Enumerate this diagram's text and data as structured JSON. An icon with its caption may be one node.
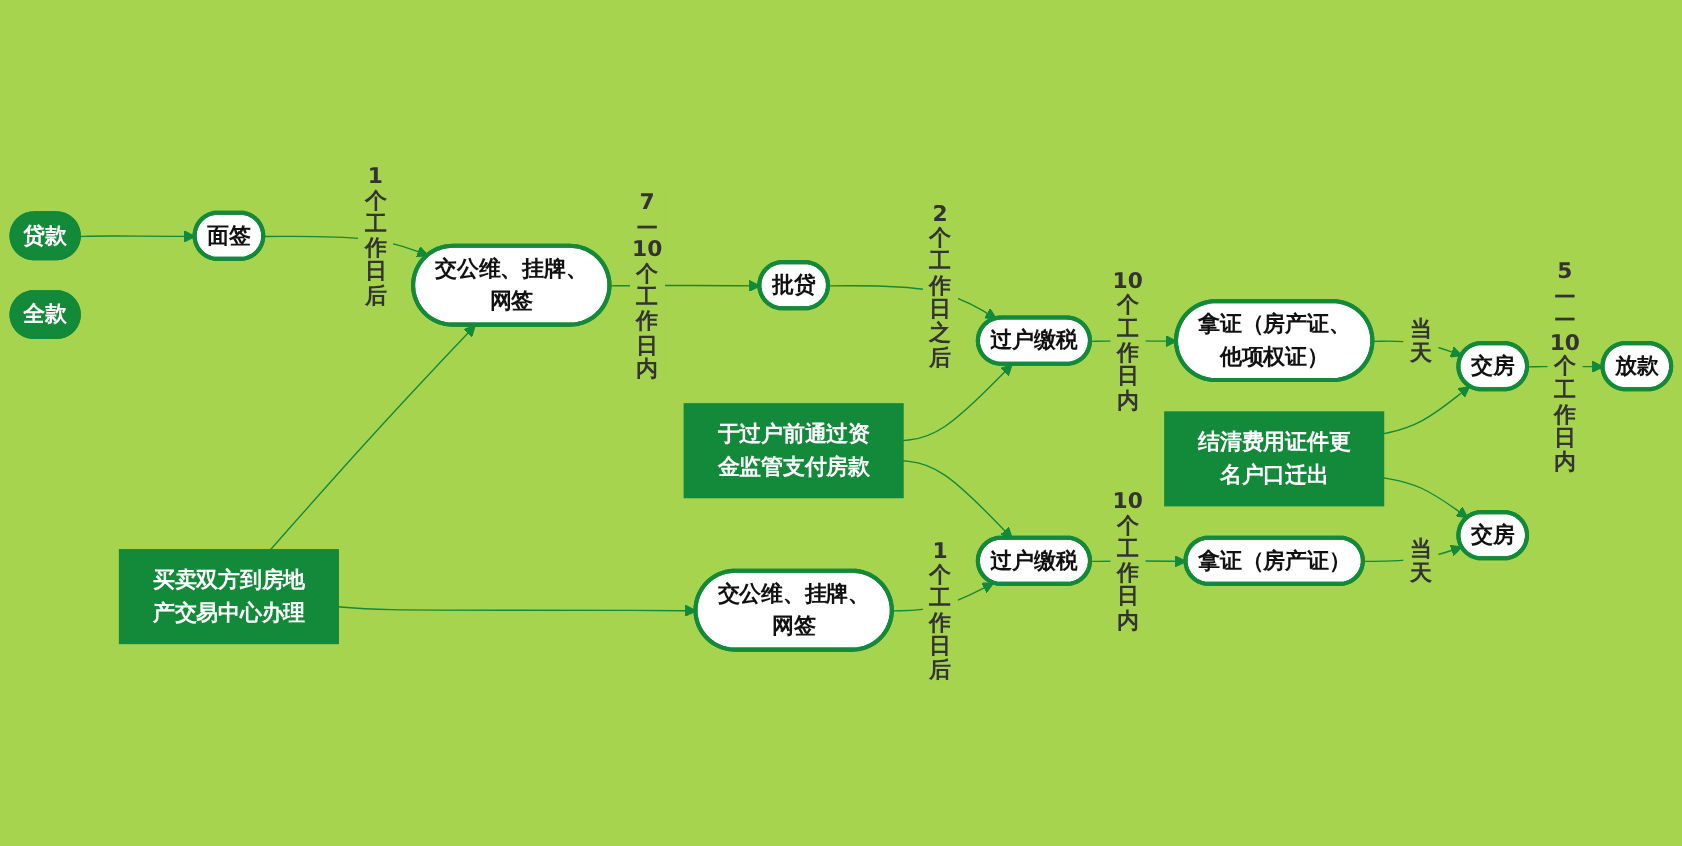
{
  "diagram": {
    "nodes": [
      {
        "text": [
          "贷款"
        ]
      },
      {
        "text": [
          "面签"
        ]
      },
      {
        "text": [
          "交公维、挂牌、网签"
        ]
      },
      {
        "text": [
          "批贷"
        ]
      },
      {
        "text": [
          "过户缴税"
        ]
      },
      {
        "text": [
          "拿证（房产证、他项权证）"
        ]
      },
      {
        "text": [
          "交房"
        ]
      },
      {
        "text": [
          "放款"
        ]
      },
      {
        "text": [
          "买卖双方到房地产交易中心办理"
        ]
      },
      {
        "text": [
          "于过户前通过资金监管支付房款"
        ]
      },
      {
        "text": [
          "结清费用证件更名户口迁出"
        ]
      },
      {
        "text": [
          "全款"
        ]
      },
      {
        "text": [
          "交公维、挂牌、网签"
        ]
      },
      {
        "text": [
          "过户缴税"
        ]
      },
      {
        "text": [
          "拿证（房产证）"
        ]
      },
      {
        "text": [
          "交房"
        ]
      }
    ],
    "edges": [
      {
        "from": 0,
        "to": 1,
        "arrow": "to"
      },
      {
        "from": 1,
        "to": 2,
        "arrow": "to",
        "label": "1个工作日后"
      },
      {
        "from": 2,
        "to": 3,
        "arrow": "to",
        "label": "7—10个工作日内"
      },
      {
        "from": 3,
        "to": 4,
        "arrow": "to",
        "label": "2个工作日之后"
      },
      {
        "from": 4,
        "to": 5,
        "arrow": "to",
        "label": "10个工作日内"
      },
      {
        "from": 5,
        "to": 6,
        "arrow": "to",
        "label": "当天"
      },
      {
        "from": 6,
        "to": 7,
        "arrow": "to",
        "label": "5——10个工作日内"
      },
      {
        "from": 8,
        "to": 2,
        "arrow": "to"
      },
      {
        "from": 8,
        "to": 12,
        "arrow": "to"
      },
      {
        "from": 9,
        "to": 4,
        "arrow": "to"
      },
      {
        "from": 9,
        "to": 13,
        "arrow": "to"
      },
      {
        "from": 10,
        "to": 6,
        "arrow": "to"
      },
      {
        "from": 10,
        "to": 15,
        "arrow": "to"
      },
      {
        "from": 12,
        "to": 13,
        "arrow": "to",
        "label": "1个工作日后"
      },
      {
        "from": 13,
        "to": 14,
        "arrow": "to",
        "label": "10个工作日内"
      },
      {
        "from": 14,
        "to": 15,
        "arrow": "to",
        "label": "当天"
      }
    ]
  }
}
